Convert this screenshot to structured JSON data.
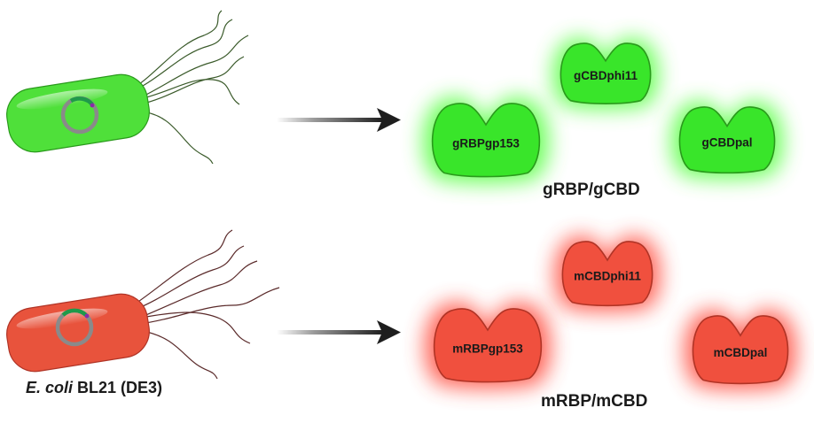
{
  "groups": [
    {
      "caption": "gRBP/gCBD",
      "color": "#39e52a",
      "glow": "#55ff40",
      "stroke": "#2a9a1c",
      "cell_color": "#4fe03a",
      "proteins": [
        "gCBDphi11",
        "gRBPgp153",
        "gCBDpal"
      ]
    },
    {
      "caption": "mRBP/mCBD",
      "color": "#f0503e",
      "glow": "#ff4a3a",
      "stroke": "#b03426",
      "cell_color": "#e8533c",
      "proteins": [
        "mCBDphi11",
        "mRBPgp153",
        "mCBDpal"
      ]
    }
  ],
  "strain": {
    "italic": "E. coli",
    "rest": " BL21 (DE3)"
  }
}
